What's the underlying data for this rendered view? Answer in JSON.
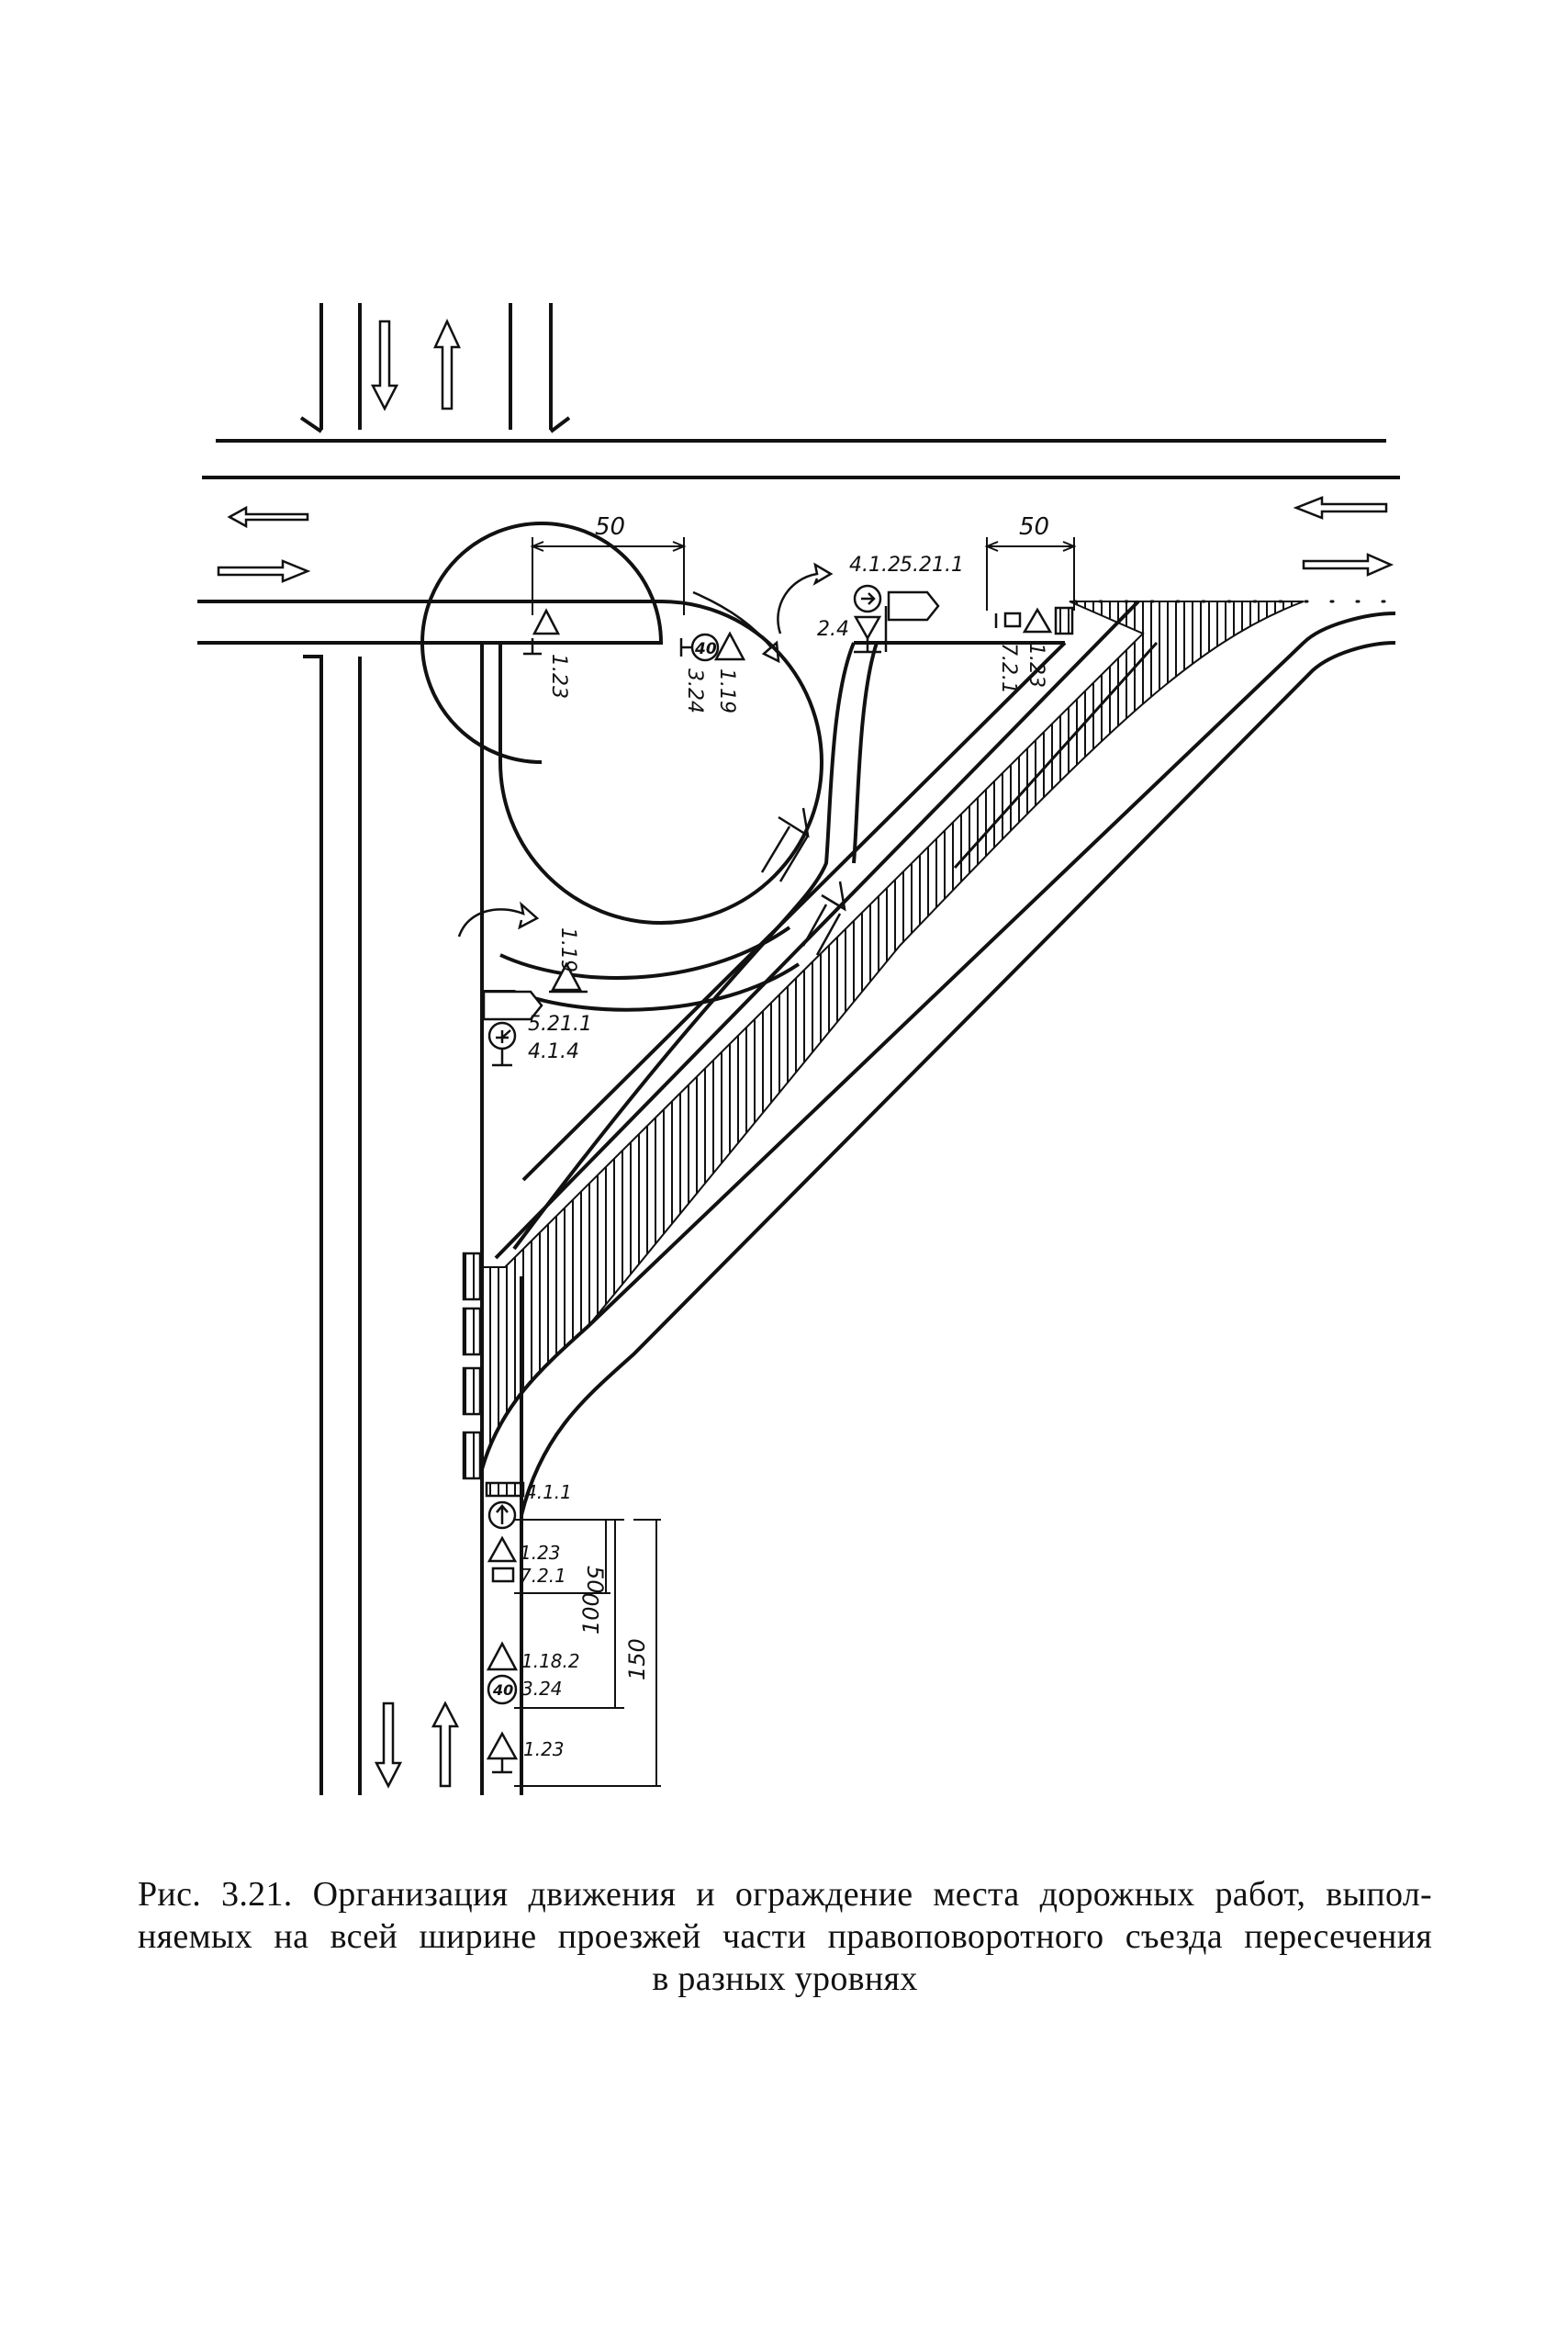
{
  "dimensions": {
    "top_left": "50",
    "top_right": "50",
    "bottom_50": "50",
    "bottom_100": "100",
    "bottom_150": "150"
  },
  "sign_labels": {
    "s1_23_top": "1.23",
    "s3_24_top": "3.24",
    "s1_19_top": "1.19",
    "s4_1_2": "4.1.2",
    "s5_21_1_top": "5.21.1",
    "s2_4": "2.4",
    "s1_23_right": "1.23",
    "s7_2_1_right": "7.2.1",
    "s1_19_left": "1.19",
    "s5_21_1_left": "5.21.1",
    "s4_1_4": "4.1.4",
    "s4_1_1": "4.1.1",
    "s1_23_bottom_a": "1.23",
    "s7_2_1_bottom": "7.2.1",
    "s1_18_2": "1.18.2",
    "s3_24_bottom": "3.24",
    "s1_23_bottom_b": "1.23",
    "speed_value": "40"
  },
  "caption": {
    "line1": "Рис. 3.21. Организация движения и ограждение места дорожных работ, выпол-",
    "line2": "няемых на всей ширине проезжей части правоповоротного съезда пересечения",
    "line3": "в разных уровнях"
  },
  "colors": {
    "ink": "#111111",
    "paper": "#ffffff"
  }
}
